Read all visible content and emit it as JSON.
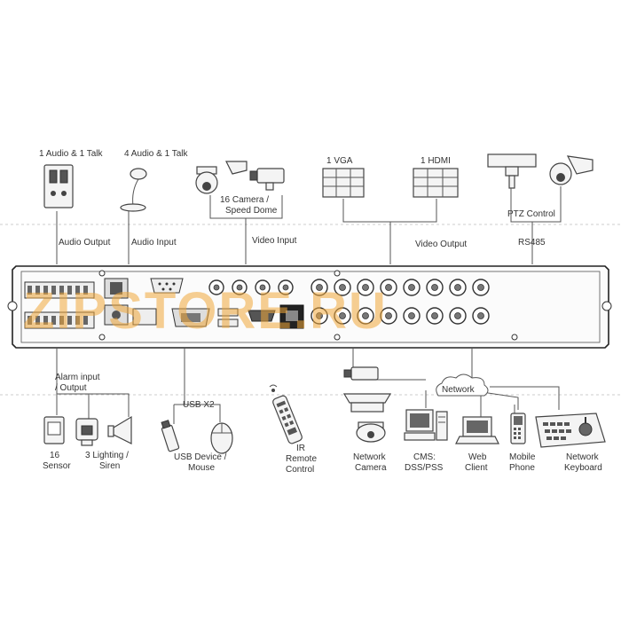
{
  "top_labels": {
    "audio_talk_1": "1 Audio  & 1 Talk",
    "audio_talk_4": "4 Audio & 1 Talk",
    "camera": "16 Camera /",
    "speed_dome": "Speed Dome",
    "vga": "1 VGA",
    "hdmi": "1 HDMI",
    "ptz": "PTZ Control",
    "audio_output": "Audio  Output",
    "audio_input": "Audio  Input",
    "video_input": "Video Input",
    "video_output": "Video Output",
    "rs485": "RS485"
  },
  "bottom_labels": {
    "alarm_1": "Alarm input",
    "alarm_2": "/ Output",
    "sensor_1": "16",
    "sensor_2": "Sensor",
    "lighting_1": "3 Lighting /",
    "lighting_2": "Siren",
    "usb_x2": "USB X2",
    "usb_dev_1": "USB Device /",
    "usb_dev_2": "Mouse",
    "ir_1": "IR",
    "ir_2": "Remote",
    "ir_3": "Control",
    "netcam_1": "Network",
    "netcam_2": "Camera",
    "cms_1": "CMS:",
    "cms_2": "DSS/PSS",
    "web_1": "Web",
    "web_2": "Client",
    "mobile_1": "Mobile",
    "mobile_2": "Phone",
    "netkb_1": "Network",
    "netkb_2": "Keyboard",
    "network": "Network"
  },
  "watermark": "ZIPSTORE.RU",
  "icons": [
    "intercom-icon",
    "microphone-icon",
    "speed-dome-icon",
    "box-camera-icon",
    "vga-monitor-icon",
    "hdmi-monitor-icon",
    "ptz-camera-icon",
    "sensor-icon",
    "siren-icon",
    "usb-stick-icon",
    "mouse-icon",
    "remote-control-icon",
    "network-camera-icon",
    "cms-computer-icon",
    "laptop-icon",
    "mobile-phone-icon",
    "network-keyboard-icon",
    "cloud-icon"
  ]
}
